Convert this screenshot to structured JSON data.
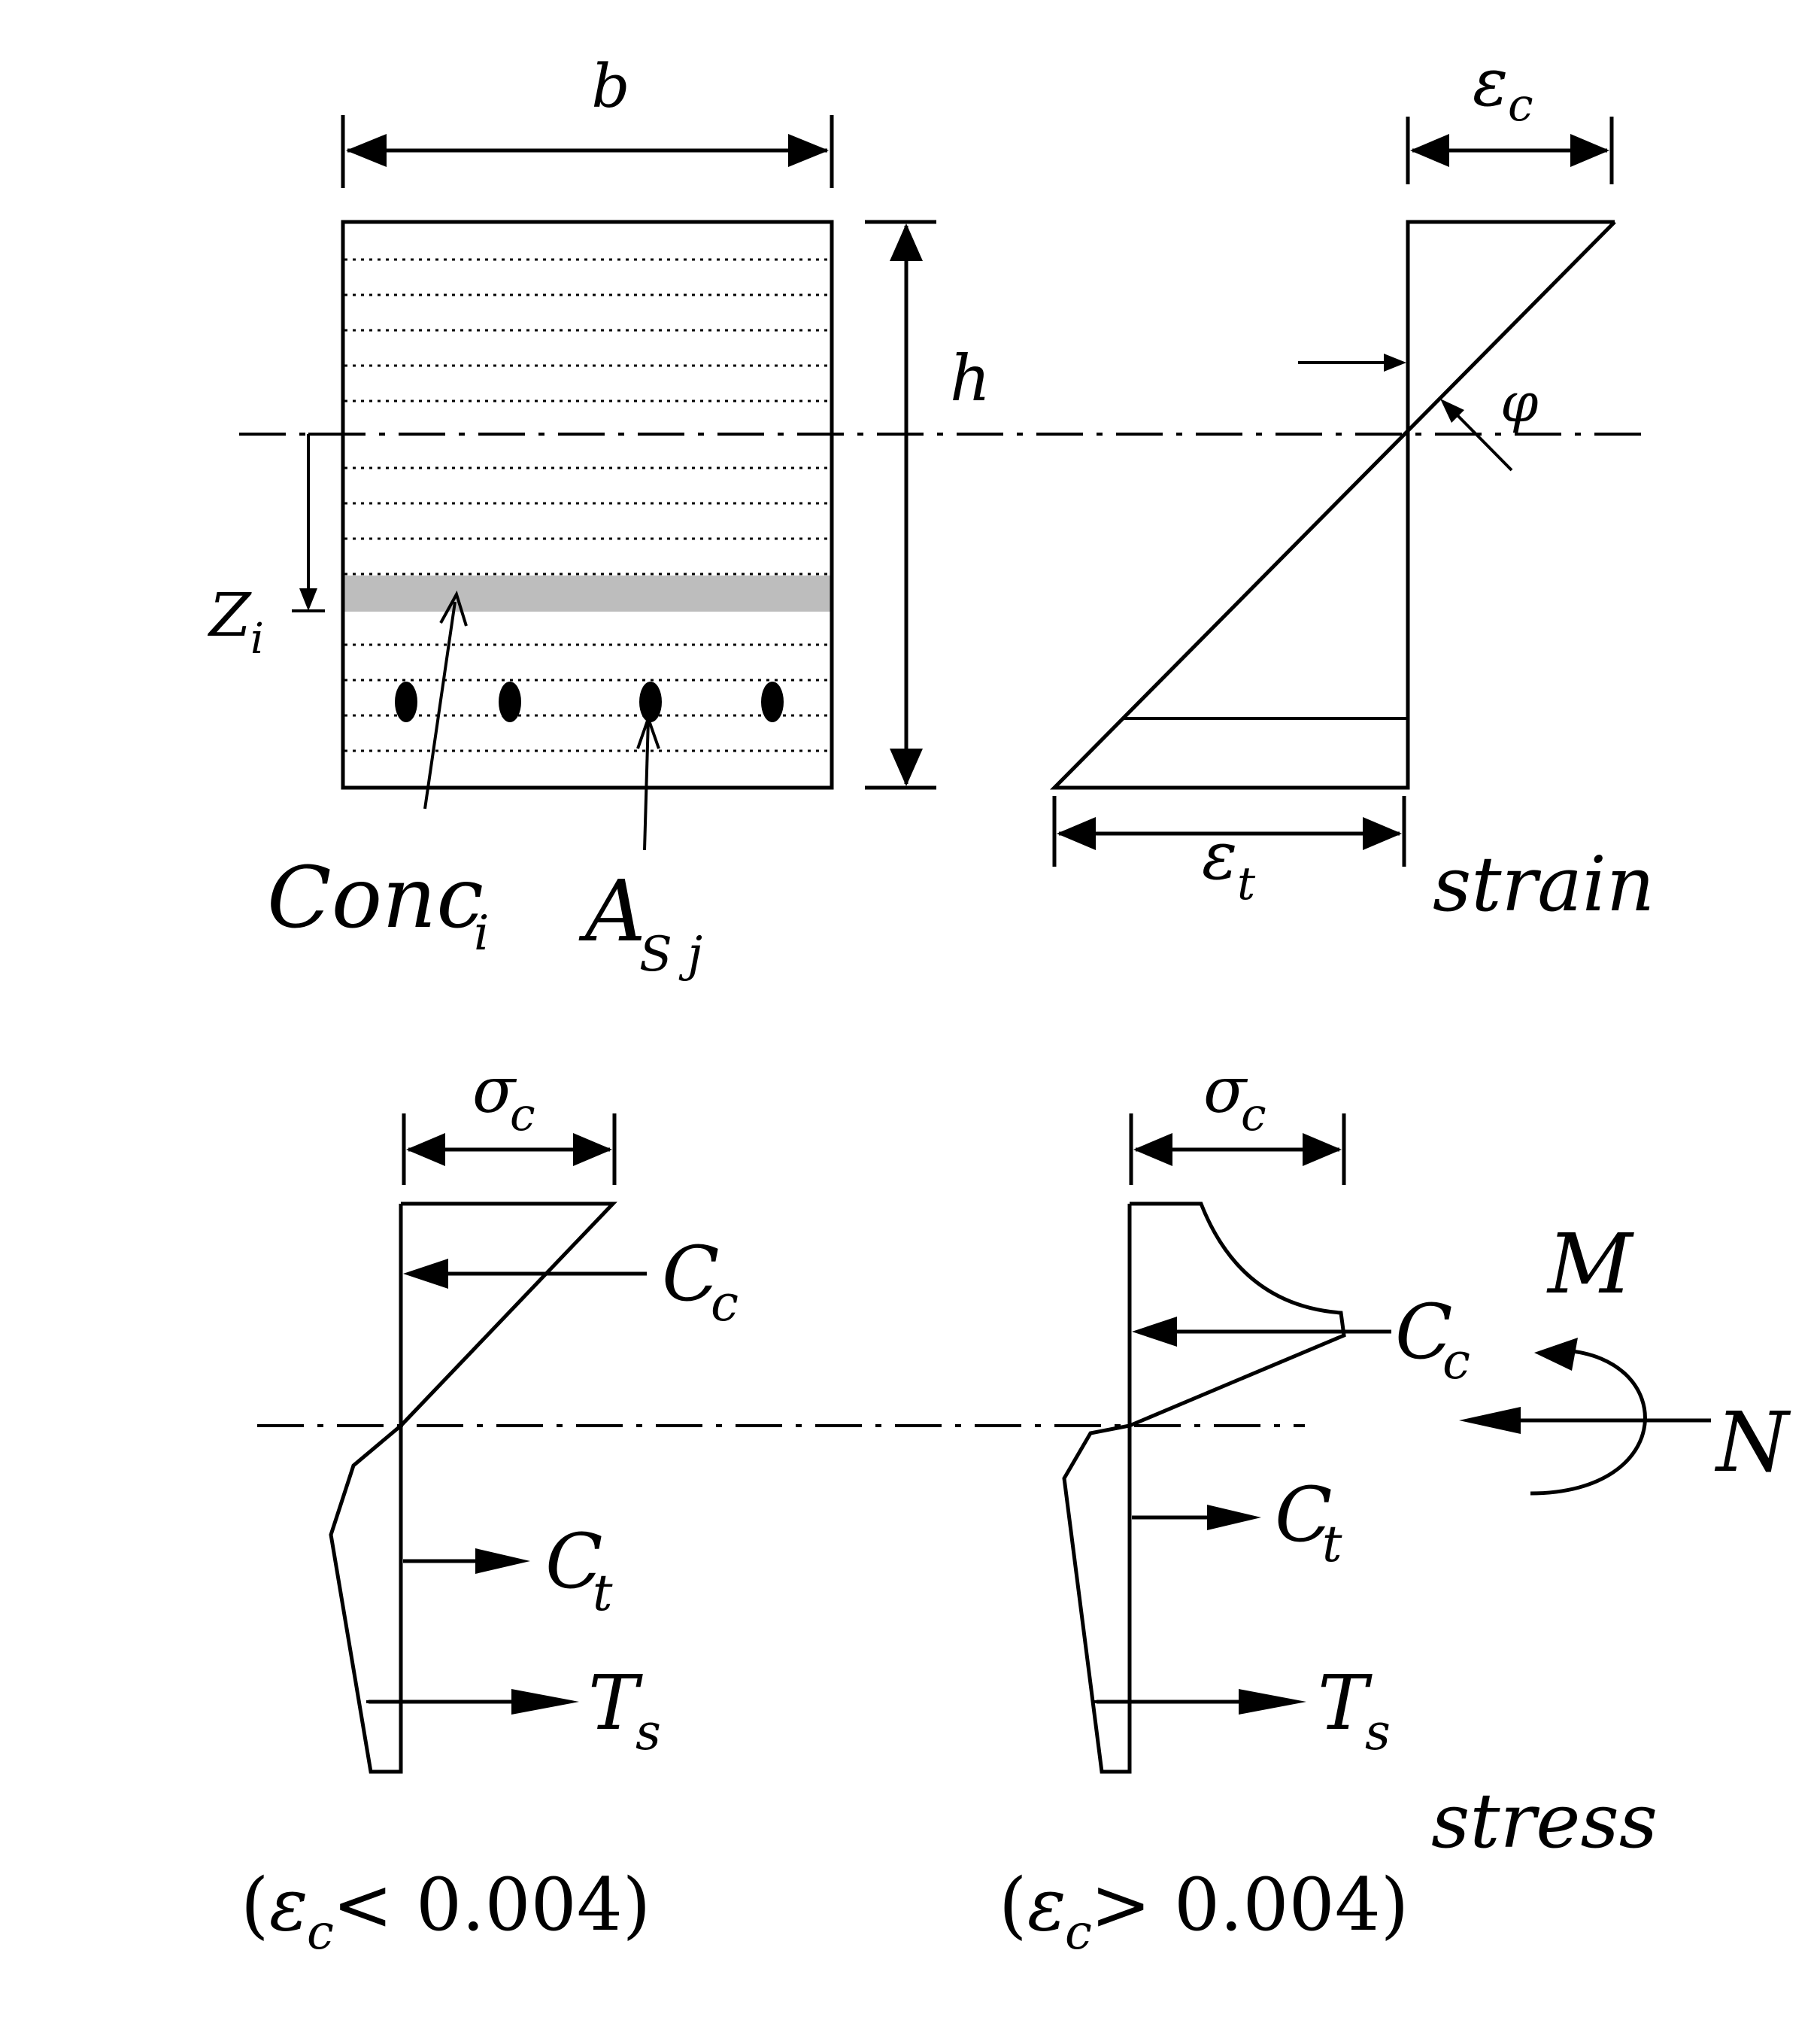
{
  "section": {
    "width_label": "b",
    "height_label": "h",
    "depth_label": "Z",
    "depth_sub": "i",
    "concrete_label": "Conc",
    "concrete_sub": "i",
    "steel_label": "A",
    "steel_sub": "S j"
  },
  "strain": {
    "top_label": "ε",
    "top_sub": "c",
    "bottom_label": "ε",
    "bottom_sub": "t",
    "curvature_label": "φ",
    "caption": "strain"
  },
  "stress": {
    "caption": "stress",
    "left": {
      "sigma_label": "σ",
      "sigma_sub": "c",
      "cc_label": "C",
      "cc_sub": "c",
      "ct_label": "C",
      "ct_sub": "t",
      "ts_label": "T",
      "ts_sub": "s",
      "condition_open": "(",
      "condition_eps": "ε",
      "condition_sub": "c",
      "condition_rest": " < 0.004)"
    },
    "right": {
      "sigma_label": "σ",
      "sigma_sub": "c",
      "cc_label": "C",
      "cc_sub": "c",
      "ct_label": "C",
      "ct_sub": "t",
      "ts_label": "T",
      "ts_sub": "s",
      "condition_open": "(",
      "condition_eps": "ε",
      "condition_sub": "c",
      "condition_rest": " > 0.004)"
    }
  },
  "forces": {
    "moment_label": "M",
    "axial_label": "N"
  }
}
